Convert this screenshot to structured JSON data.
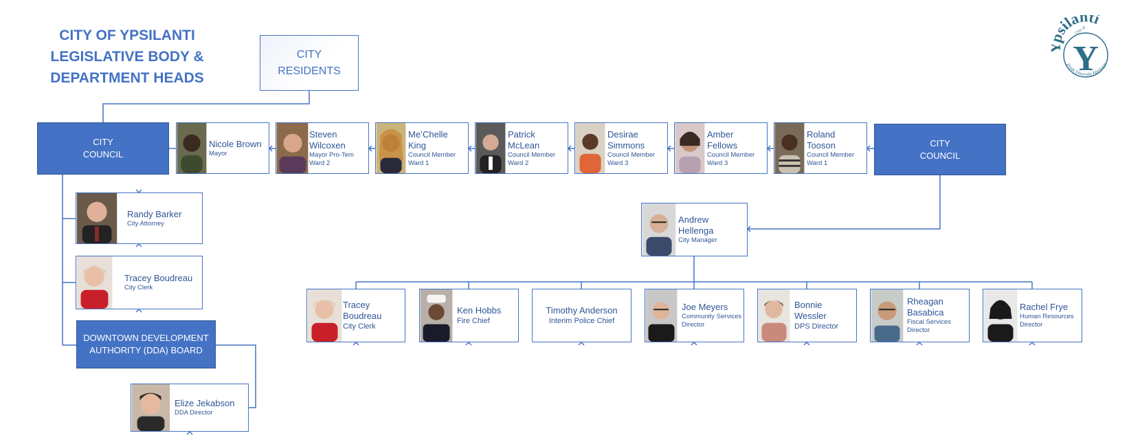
{
  "title_lines": [
    "CITY OF YPSILANTI",
    "LEGISLATIVE BODY &",
    "DEPARTMENT HEADS"
  ],
  "residents": {
    "line1": "CITY",
    "line2": "RESIDENTS"
  },
  "council_left": {
    "line1": "CITY",
    "line2": "COUNCIL"
  },
  "council_right": {
    "line1": "CITY",
    "line2": "COUNCIL"
  },
  "dda_board": {
    "line1": "DOWNTOWN DEVELOPMENT",
    "line2": "AUTHORITY (DDA) BOARD"
  },
  "council_members": [
    {
      "name": "Nicole Brown",
      "role": "Mayor",
      "ward": ""
    },
    {
      "name": "Steven Wilcoxen",
      "role": "Mayor Pro-Tem",
      "ward": "Ward 2"
    },
    {
      "name": "Me’Chelle King",
      "role": "Council Member",
      "ward": "Ward 1"
    },
    {
      "name": "Patrick McLean",
      "role": "Council Member",
      "ward": "Ward 2"
    },
    {
      "name": "Desirae Simmons",
      "role": "Council Member",
      "ward": "Ward 3"
    },
    {
      "name": "Amber Fellows",
      "role": "Council Member",
      "ward": "Ward 3"
    },
    {
      "name": "Roland Tooson",
      "role": "Council Member",
      "ward": "Ward 1"
    }
  ],
  "council_reports": [
    {
      "name": "Randy Barker",
      "role": "City Attorney"
    },
    {
      "name": "Tracey Boudreau",
      "role": "City Clerk"
    }
  ],
  "dda_director": {
    "name": "Elize Jekabson",
    "role": "DDA Director"
  },
  "city_manager": {
    "name": "Andrew Hellenga",
    "role": "City Manager"
  },
  "departments": [
    {
      "name": "Tracey Boudreau",
      "role": "City Clerk"
    },
    {
      "name": "Ken Hobbs",
      "role": "Fire Chief"
    },
    {
      "name": "Timothy Anderson",
      "role": "Interim Police Chief"
    },
    {
      "name": "Joe Meyers",
      "role": "Community Services Director"
    },
    {
      "name": "Bonnie Wessler",
      "role": "DPS Director"
    },
    {
      "name": "Rheagan Basabica",
      "role": "Fiscal Services Director"
    },
    {
      "name": "Rachel Frye",
      "role": "Human Resources Director"
    }
  ],
  "logo": {
    "text": "Ypsilanti",
    "small": "City of",
    "letter": "Y",
    "motto": "Pride Diversity Heritage"
  },
  "colors": {
    "brand_blue": "#4472c4",
    "dark_blue": "#2f5597",
    "connector": "#4472c4"
  }
}
